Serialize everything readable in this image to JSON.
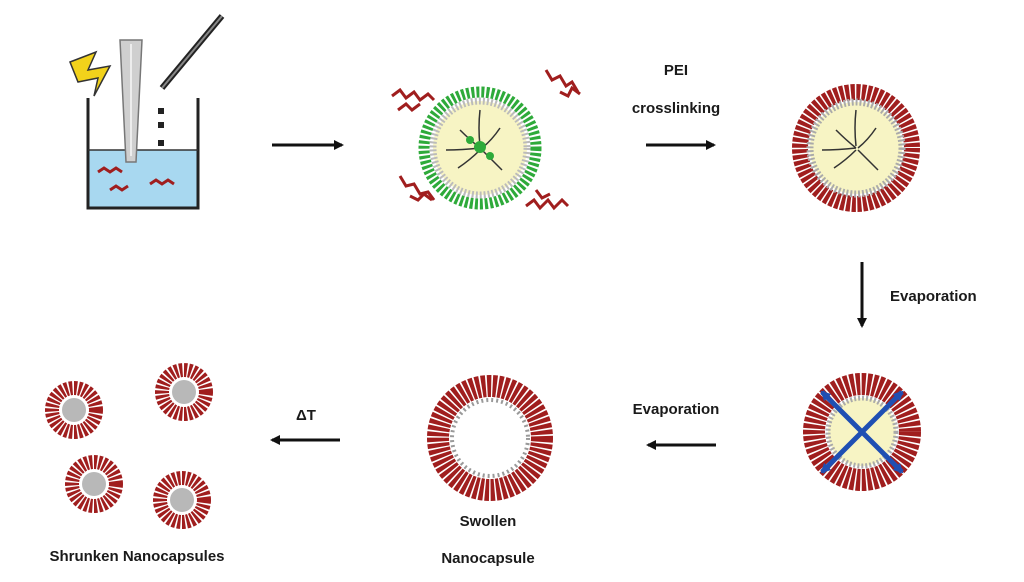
{
  "labels": {
    "step1_top": "PEI",
    "step1_bottom": "crosslinking",
    "step2": "Evaporation",
    "step3": "Evaporation",
    "step4": "ΔT",
    "swollen_top": "Swollen",
    "swollen_bottom": "Nanocapsule",
    "shrunken": "Shrunken Nanocapsules"
  },
  "colors": {
    "polymer": "#a01e1e",
    "shell_green": "#2eaa3a",
    "core_yellow": "#f7f4c4",
    "water": "#a8d8f0",
    "arrow_blue": "#1f4fb3",
    "shell_gray": "#b8b8b8"
  }
}
